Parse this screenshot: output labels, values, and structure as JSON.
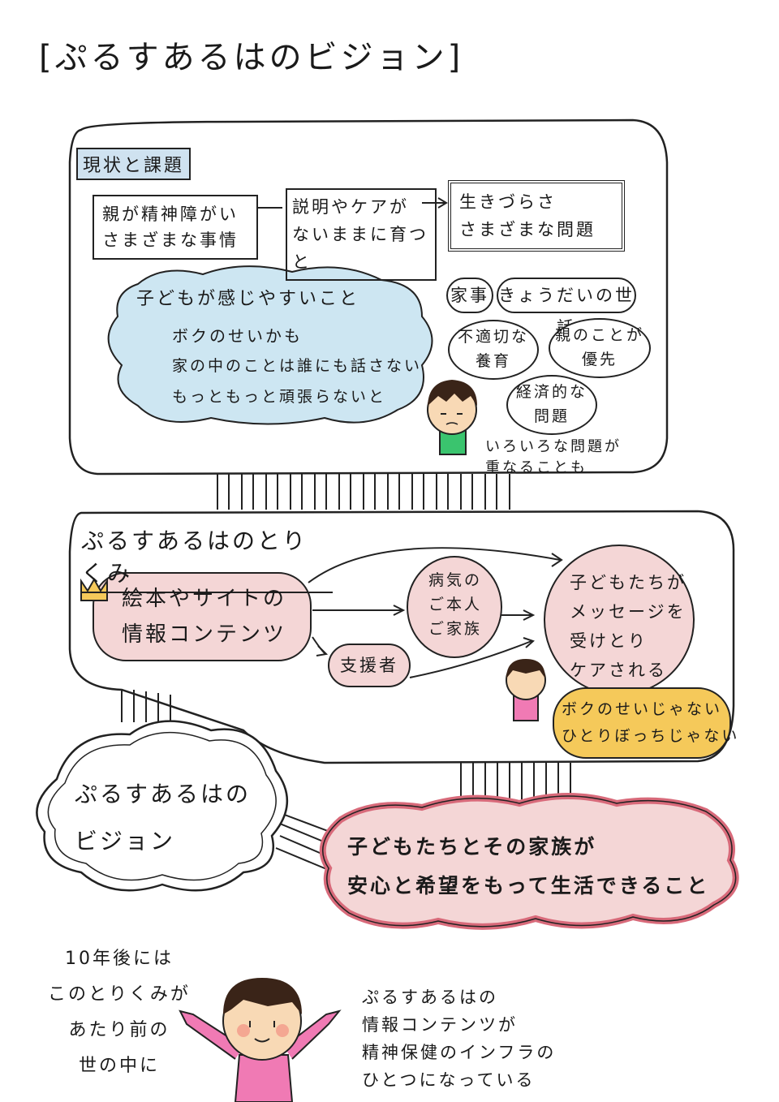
{
  "title": "[ぷるすあるはのビジョン]",
  "section1": {
    "heading": "現状と課題",
    "flow": [
      "親が精神障がい\nさまざまな事情",
      "説明やケアが\nないままに育つと",
      "生きづらさ\nさまざまな問題"
    ],
    "cloud": {
      "title": "子どもが感じやすいこと",
      "lines": [
        "ボクのせいかも",
        "家の中のことは誰にも話さない",
        "もっともっと頑張らないと"
      ]
    },
    "issues": [
      "家事",
      "きょうだいの世話",
      "不適切な\n養育",
      "親のことが\n優先",
      "経済的な\n問題"
    ],
    "note": "いろいろな問題が\n重なることも"
  },
  "section2": {
    "heading": "ぷるすあるはのとりくみ",
    "content": "絵本やサイトの\n情報コンテンツ",
    "patients": "病気の\nご本人\nご家族",
    "supporters": "支援者",
    "outcome": "子どもたちが\nメッセージを\n受けとり\nケアされる",
    "child_message": "ボクのせいじゃない\nひとりぼっちじゃない"
  },
  "vision": {
    "cloud_label": "ぷるすあるはの\nビジョン",
    "statement": "子どもたちとその家族が\n安心と希望をもって生活できること"
  },
  "footer": {
    "left": "10年後には\nこのとりくみが\nあたり前の\n世の中に",
    "right": "ぷるすあるはの\n情報コンテンツが\n精神保健のインフラの\nひとつになっている"
  },
  "colors": {
    "cloud_blue": "#cde6f2",
    "pink": "#f4d6d6",
    "red_outline": "#d86a7a",
    "yellow": "#f5c95a",
    "heading_blue": "#cfe2f0",
    "green_shirt": "#3ac46e",
    "pink_shirt": "#f07ab4",
    "hair": "#3a2418",
    "skin": "#f8d9b5"
  }
}
